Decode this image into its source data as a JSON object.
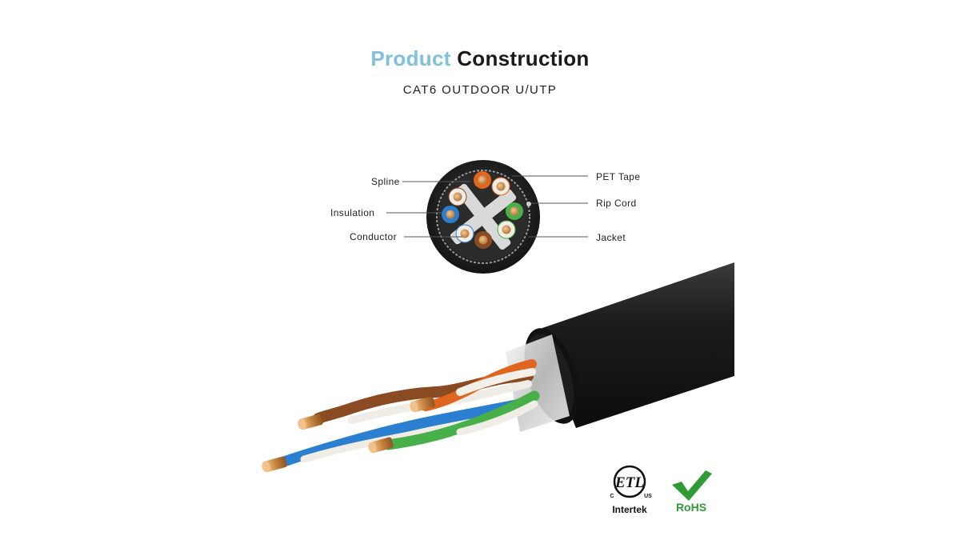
{
  "header": {
    "title_accent": "Product",
    "title_main": "Construction",
    "subtitle": "CAT6 OUTDOOR U/UTP"
  },
  "callouts": {
    "left": [
      "Spline",
      "Insulation",
      "Conductor"
    ],
    "right": [
      "PET Tape",
      "Rip Cord",
      "Jacket"
    ]
  },
  "certifications": {
    "etl": {
      "mark": "ETL",
      "small_left": "C",
      "small_right": "US",
      "maker": "Intertek"
    },
    "rohs": {
      "label": "RoHS"
    }
  },
  "colors": {
    "accent": "#7ec1dd",
    "jacket": "#1e1e1e",
    "pair_orange": "#e0651f",
    "pair_blue": "#2a7fd0",
    "pair_green": "#48b048",
    "pair_brown": "#8a4a22",
    "copper": "#d79a55",
    "rohs_green": "#2f9a36"
  }
}
